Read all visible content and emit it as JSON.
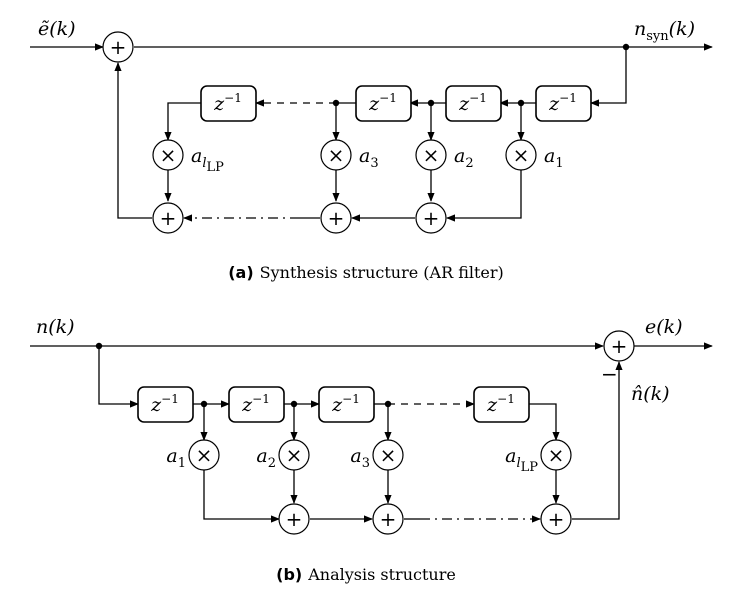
{
  "synthesis": {
    "input_label": "ẽ(k)",
    "output_label_main": "n",
    "output_label_sub": "syn",
    "output_label_arg": "(k)",
    "delay_label": "z",
    "delay_exp": "−1",
    "coeffs": [
      {
        "main": "a",
        "sub": "1"
      },
      {
        "main": "a",
        "sub": "2"
      },
      {
        "main": "a",
        "sub": "3"
      },
      {
        "main": "a",
        "sub": "l",
        "subsub": "LP"
      }
    ],
    "caption_tag": "(a)",
    "caption_text": "Synthesis structure (AR filter)"
  },
  "analysis": {
    "input_label": "n(k)",
    "output_label": "e(k)",
    "estimate_label": "n̂(k)",
    "minus_sign": "−",
    "delay_label": "z",
    "delay_exp": "−1",
    "coeffs": [
      {
        "main": "a",
        "sub": "1"
      },
      {
        "main": "a",
        "sub": "2"
      },
      {
        "main": "a",
        "sub": "3"
      },
      {
        "main": "a",
        "sub": "l",
        "subsub": "LP"
      }
    ],
    "caption_tag": "(b)",
    "caption_text": "Analysis structure"
  },
  "symbols": {
    "plus": "+",
    "times": "×"
  }
}
